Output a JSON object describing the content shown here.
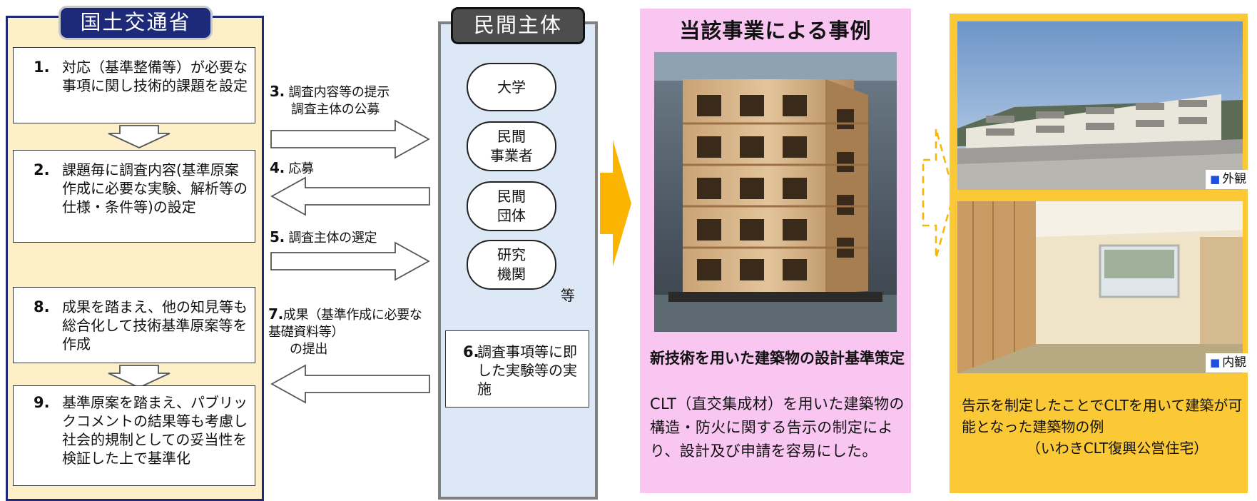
{
  "mlit": {
    "title": "国土交通省",
    "steps": [
      {
        "num": "1.",
        "text": "対応（基準整備等）が必要な事項に関し技術的課題を設定"
      },
      {
        "num": "2.",
        "text": "課題毎に調査内容(基準原案作成に必要な実験、解析等の仕様・条件等)の設定"
      },
      {
        "num": "8.",
        "text": "成果を踏まえ、他の知見等も総合化して技術基準原案等を作成"
      },
      {
        "num": "9.",
        "text": "基準原案を踏まえ、パブリックコメントの結果等も考慮し社会的規制としての妥当性を検証した上で基準化"
      }
    ]
  },
  "flows": [
    {
      "num": "3.",
      "text": "調査内容等の提示",
      "text2": "調査主体の公募"
    },
    {
      "num": "4.",
      "text": "応募",
      "text2": ""
    },
    {
      "num": "5.",
      "text": "調査主体の選定",
      "text2": ""
    },
    {
      "num": "7.",
      "text": "成果（基準作成に必要な基礎資料等）",
      "text2": "の提出"
    }
  ],
  "private": {
    "title": "民間主体",
    "actors": [
      "大学",
      "民間\n事業者",
      "民間\n団体",
      "研究\n機関"
    ],
    "etc": "等",
    "step6": {
      "num": "6.",
      "text": "調査事項等に即した実験等の実施"
    }
  },
  "example": {
    "title": "当該事業による事例",
    "heading": "新技術を用いた建築物の設計基準策定",
    "body": "CLT（直交集成材）を用いた建築物の構造・防火に関する告示の制定により、設計及び申請を容易にした。"
  },
  "result": {
    "exterior_tag": "外観",
    "interior_tag": "内観",
    "caption": "告示を制定したことでCLTを用いて建築が可能となった建築物の例",
    "sub": "（いわきCLT復興公営住宅）"
  },
  "colors": {
    "mlit_bg": "#fdf0c8",
    "mlit_border": "#1d2a7a",
    "private_bg": "#dce8f6",
    "example_bg": "#f9c6f2",
    "result_bg": "#fbc935",
    "big_arrow": "#fbb500"
  }
}
